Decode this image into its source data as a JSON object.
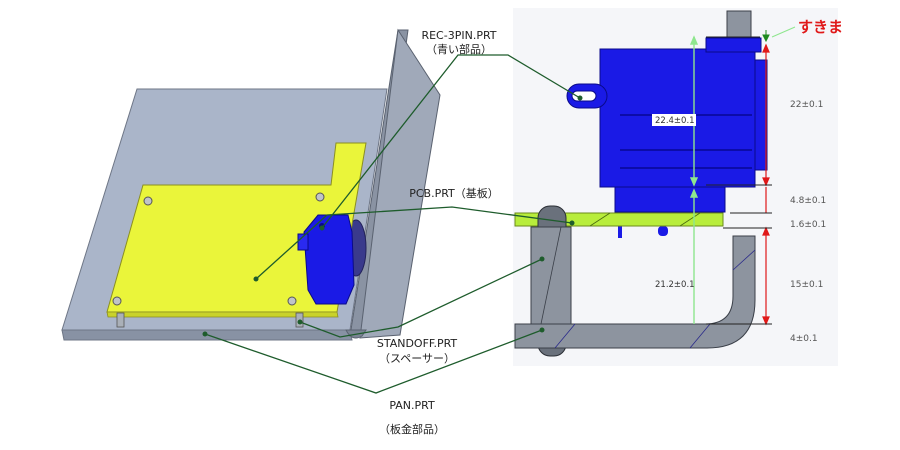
{
  "colors": {
    "pan": "#aab5c9",
    "pan_edge": "#6e7686",
    "pcb": "#eaf53a",
    "blue_part": "#1a1ae6",
    "leader": "#1e5c2c",
    "dim_red": "#e01818",
    "dim_green": "#8ee68e",
    "gap_text": "#e01818"
  },
  "callouts": {
    "rec_name": "REC-3PIN.PRT",
    "rec_desc": "（青い部品）",
    "pcb": "PCB.PRT（基板）",
    "standoff_name": "STANDOFF.PRT",
    "standoff_desc": "（スペーサー）",
    "pan_name": "PAN.PRT",
    "pan_desc": "（板金部品）"
  },
  "gap_label": "すきま",
  "dimensions": {
    "rec_height": "22±0.1",
    "rec_inner": "22.4±0.1",
    "rec_offset": "4.8±0.1",
    "pcb_thickness": "1.6±0.1",
    "standoff_height": "15±0.1",
    "standoff_total": "21.2±0.1",
    "pan_thickness": "4±0.1"
  }
}
